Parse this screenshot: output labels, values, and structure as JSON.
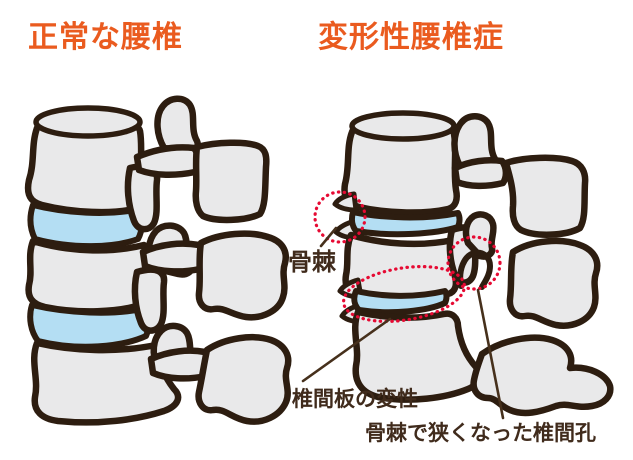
{
  "titles": {
    "left": "正常な腰椎",
    "right": "変形性腰椎症"
  },
  "annotations": {
    "bone_spur": "骨棘",
    "disc_degeneration": "椎間板の変性",
    "narrowed_foramen": "骨棘で狭くなった椎間孔"
  },
  "colors": {
    "background": "#ffffff",
    "title": "#ea5b1f",
    "label": "#402b1c",
    "outline": "#2d1d10",
    "bone_fill": "#e9e9ea",
    "disc": "#b4def3",
    "highlight": "#e60a33",
    "leader": "#46301c"
  }
}
